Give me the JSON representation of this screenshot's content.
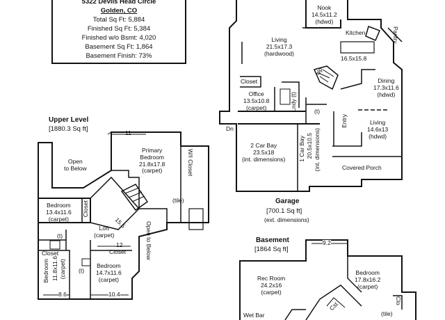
{
  "summary": {
    "address": "5322 Devils Head Circle",
    "city": "Golden, CO",
    "total_sqft": "Total Sq Ft: 5,884",
    "finished_sqft": "Finished Sq Ft: 5,384",
    "finished_wo_bsmt": "Finished w/o Bsmt: 4,020",
    "basement_sqft": "Basement Sq Ft: 1,864",
    "basement_finish": "Basement Finish: 73%"
  },
  "upper": {
    "title": "Upper Level",
    "area": "[1880.3 Sq ft]",
    "dim_top": "11",
    "open_below_1": "Open\nto Below",
    "primary_name": "Primary",
    "primary_name2": "Bedroom",
    "primary_dims": "21.8x17.8",
    "primary_floor": "(carpet)",
    "wi_closet": "W/I Closet",
    "tile": "(tile)",
    "bed1_name": "Bedroom",
    "bed1_dims": "13.4x11.6",
    "bed1_floor": "(carpet)",
    "closet_a": "Closet",
    "loft_name": "Loft",
    "loft_floor": "(carpet)",
    "loft_dim_diag": "15.5",
    "loft_dim": "12",
    "open_below_2": "Open to Below",
    "t1": "(t)",
    "t2": "(t)",
    "closet_b": "Closet",
    "closet_c": "Closet",
    "bed2_name": "Bedroom",
    "bed2_dims": "11.8x11.6",
    "bed2_floor": "(carpet)",
    "bed3_name": "Bedroom",
    "bed3_dims": "14.7x11.6",
    "bed3_floor": "(carpet)",
    "dim_bottom_left": "8.6",
    "dim_bottom_right": "10.4"
  },
  "main": {
    "nook_name": "Nook",
    "nook_dims": "14.5x11.2",
    "nook_floor": "(hdwd)",
    "kitchen": "Kitchen",
    "kitchen_dims": "16.5x15.8",
    "pantry": "Pantry",
    "living1_name": "Living",
    "living1_dims": "21.5x17.3",
    "living1_floor": "(hardwood)",
    "closet": "Closet",
    "up": "Up",
    "office_name": "Office",
    "office_dims": "13.5x10.8",
    "office_floor": "(carpet)",
    "lndy": "Lndy (t)",
    "t": "(t)",
    "dining_name": "Dining",
    "dining_dims": "17.3x11.6",
    "dining_floor": "(hdwd)",
    "entry": "Entry",
    "living2_name": "Living",
    "living2_dims": "14.6x13",
    "living2_floor": "(hdwd)",
    "bay2_name": "2 Car Bay",
    "bay2_dims": "23.5x18",
    "bay2_note": "(int. dimensions)",
    "bay1_name": "1 Car Bay",
    "bay1_dims": "20.5x10.5",
    "bay1_note": "(int. dimensions)",
    "covered_porch": "Covered Porch",
    "garage_title": "Garage",
    "garage_area": "[700.1 Sq ft]",
    "garage_note": "(ext. dimensions)",
    "dn": "Dn"
  },
  "basement": {
    "title": "Basement",
    "area": "[1864 Sq ft]",
    "dim_top": "9.2",
    "rec_name": "Rec Room",
    "rec_dims": "24.2x16",
    "rec_floor": "(carpet)",
    "bed_name": "Bedroom",
    "bed_dims": "17.8x16.2",
    "bed_floor": "(carpet)",
    "wet_bar": "Wet Bar",
    "cst": "Cst",
    "tile": "(tile)",
    "clo": "Clo"
  }
}
